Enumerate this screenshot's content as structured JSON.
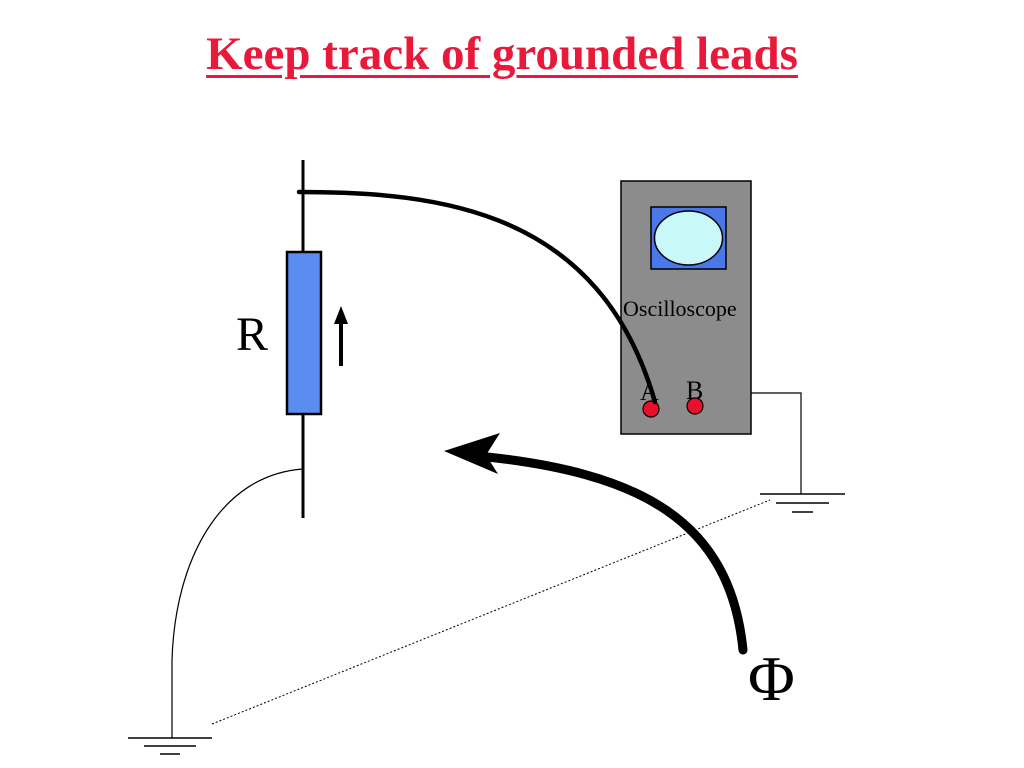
{
  "slide": {
    "title": "Keep track of grounded leads"
  },
  "diagram": {
    "resistor_label": "R",
    "oscilloscope_label": "Oscilloscope",
    "channel_a_label": "A",
    "channel_b_label": "B",
    "flux_label": "Φ"
  },
  "colors": {
    "title": "#e8193a",
    "resistor_fill": "#5b8cf0",
    "scope_body": "#8c8c8c",
    "scope_screen_frame": "#4a78e8",
    "scope_screen": "#c8f8f8",
    "probe_terminal": "#e8102a",
    "wire": "#000000"
  }
}
